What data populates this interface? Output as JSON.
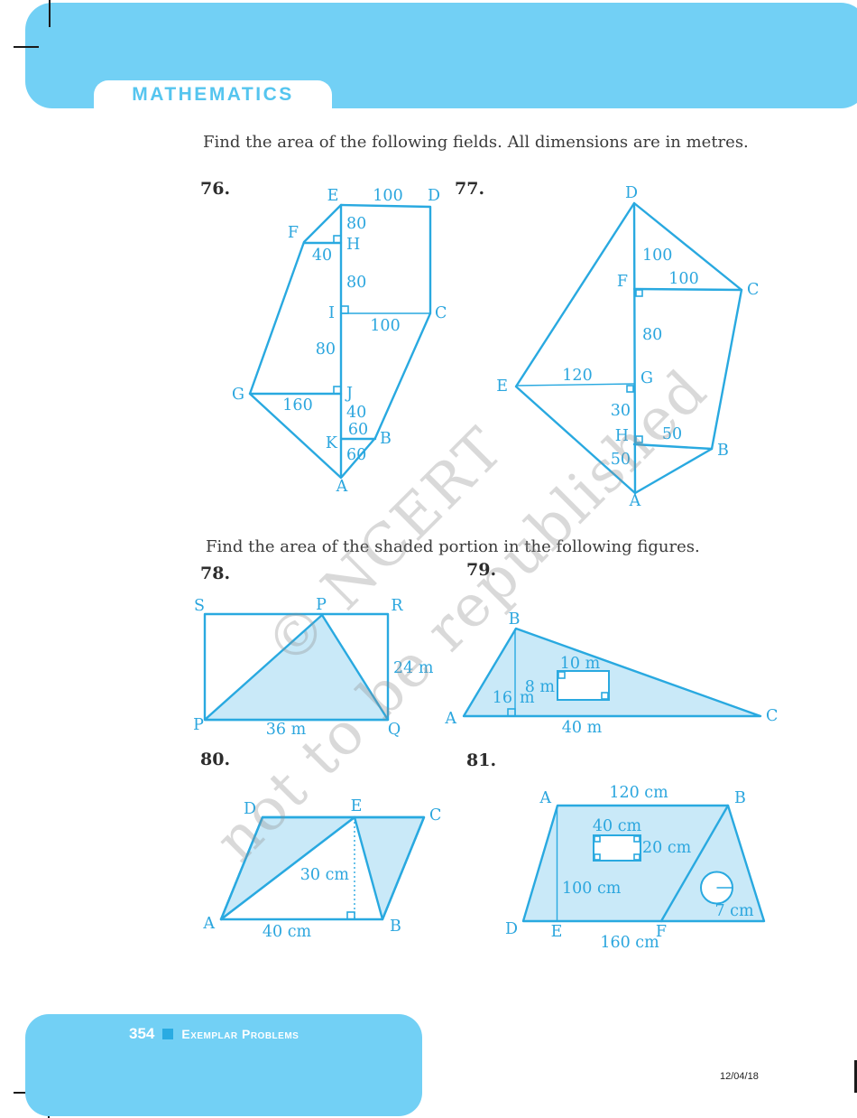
{
  "page": {
    "title_tab": "MATHEMATICS",
    "instruction_fields": "Find the area of the following fields. All dimensions are in metres.",
    "instruction_shaded": "Find the area of the shaded portion in the following figures.",
    "footer": {
      "page_number": "354",
      "book_label": "Exemplar Problems"
    },
    "print_date": "12/04/18"
  },
  "watermark": {
    "line1": "© NCERT",
    "line2": "not to be republished"
  },
  "problems": {
    "n76": "76.",
    "n77": "77.",
    "n78": "78.",
    "n79": "79.",
    "n80": "80.",
    "n81": "81."
  },
  "fig76": {
    "v_E": "E",
    "v_D": "D",
    "v_F": "F",
    "v_H": "H",
    "v_I": "I",
    "v_C": "C",
    "v_G": "G",
    "v_J": "J",
    "v_K": "K",
    "v_B": "B",
    "v_A": "A",
    "d_ED": "100",
    "d_EH": "80",
    "d_FH": "40",
    "d_HI": "80",
    "d_IC": "100",
    "d_IJ": "80",
    "d_GJ": "160",
    "d_JK": "40",
    "d_KB": "60",
    "d_KA": "60"
  },
  "fig77": {
    "v_D": "D",
    "v_F": "F",
    "v_C": "C",
    "v_E": "E",
    "v_G": "G",
    "v_H": "H",
    "v_B": "B",
    "v_A": "A",
    "d_DF": "100",
    "d_FC": "100",
    "d_FG": "80",
    "d_EG": "120",
    "d_GH": "30",
    "d_HB": "50",
    "d_HA": "50"
  },
  "fig78": {
    "v_S": "S",
    "v_P_top": "P",
    "v_R": "R",
    "v_P": "P",
    "v_Q": "Q",
    "d_RQ": "24 m",
    "d_PQ": "36 m"
  },
  "fig79": {
    "v_A": "A",
    "v_B": "B",
    "v_C": "C",
    "d_rect_w": "10 m",
    "d_rect_h": "8 m",
    "d_h_num": "16",
    "d_h_unit": "m",
    "d_base": "40 m"
  },
  "fig80": {
    "v_A": "A",
    "v_B": "B",
    "v_C": "C",
    "v_D": "D",
    "v_E": "E",
    "d_height": "30 cm",
    "d_base": "40 cm"
  },
  "fig81": {
    "v_A": "A",
    "v_B": "B",
    "v_D": "D",
    "v_E": "E",
    "v_F": "F",
    "d_AB": "120 cm",
    "d_rect_w": "40 cm",
    "d_rect_h": "20 cm",
    "d_AE": "100 cm",
    "d_circle_r": "7 cm",
    "d_DC": "160 cm"
  },
  "colors": {
    "band": "#72D0F5",
    "figure_stroke": "#29A9E0",
    "figure_fill": "#C9E9F8",
    "figure_label": "#2BA6DE",
    "footer_square": "#29ABE2"
  }
}
